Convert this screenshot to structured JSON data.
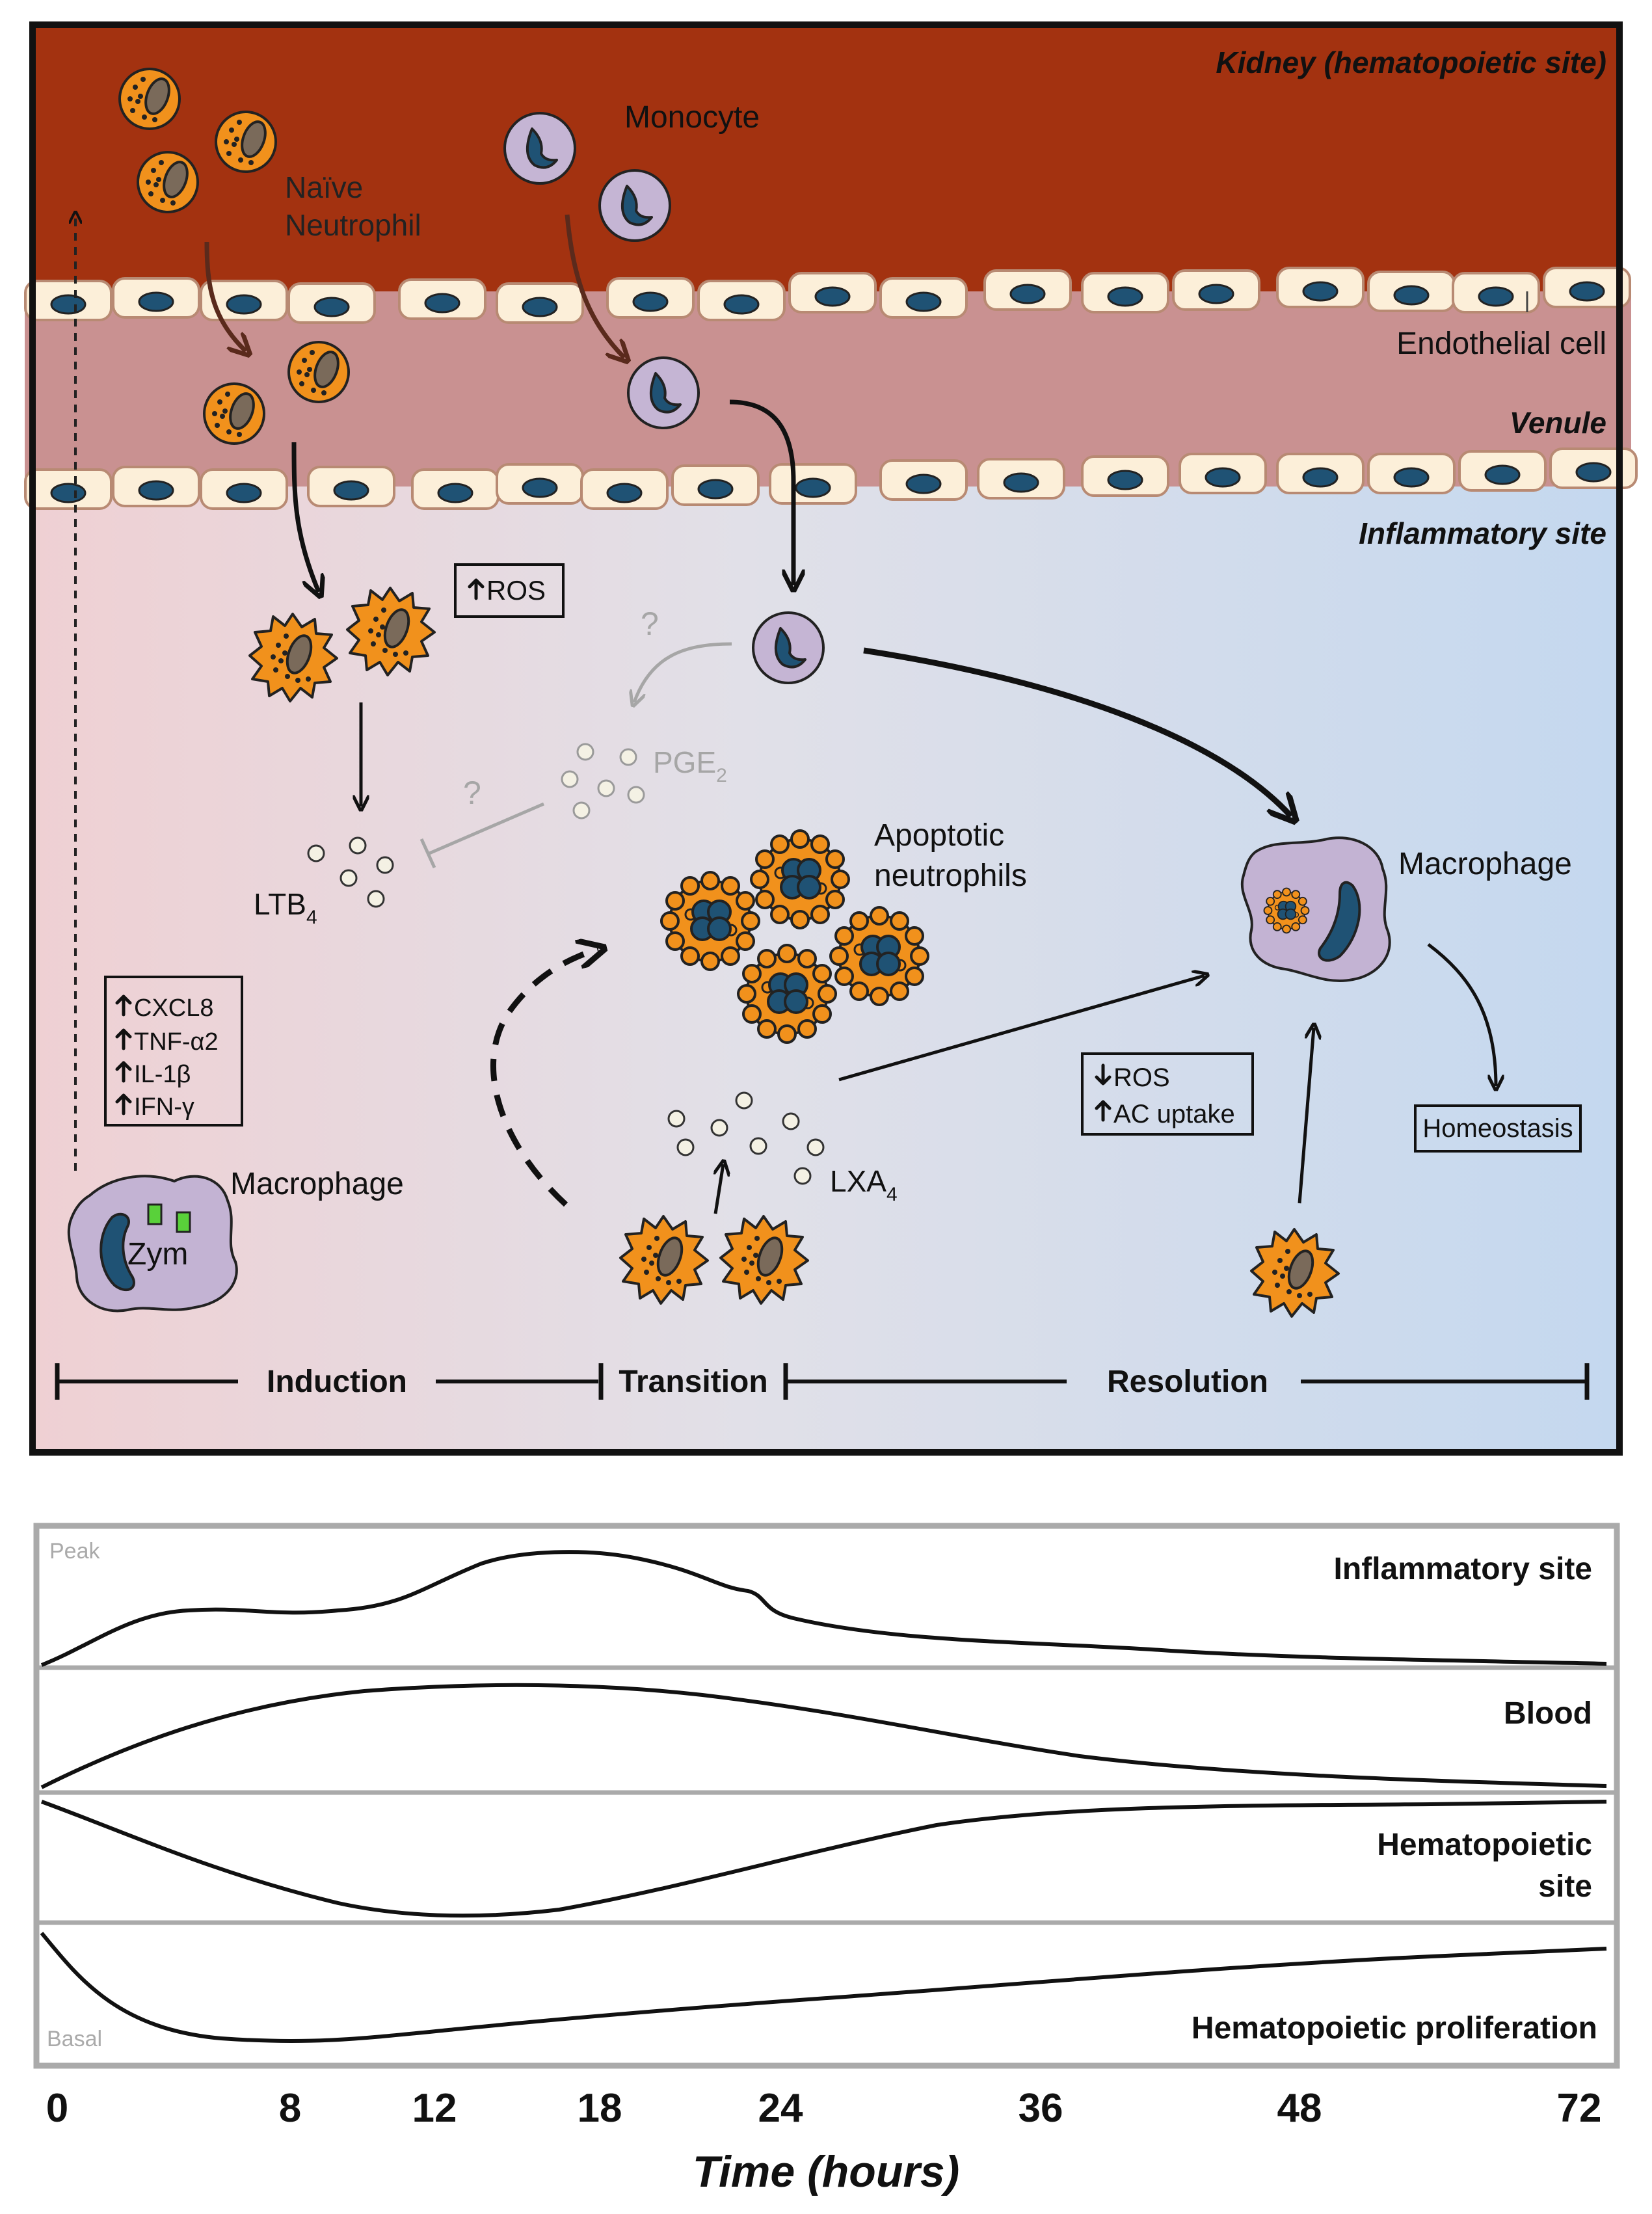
{
  "diagram": {
    "regions": {
      "kidney": "Kidney (hematopoietic site)",
      "venule": "Venule",
      "inflammatory": "Inflammatory site"
    },
    "labels": {
      "monocyte": "Monocyte",
      "naive_neutrophil_1": "Naïve",
      "naive_neutrophil_2": "Neutrophil",
      "endothelial": "Endothelial cell",
      "ros_up": "ROS",
      "pge2": "PGE",
      "pge2_sub": "2",
      "question": "?",
      "ltb4": "LTB",
      "ltb4_sub": "4",
      "lxa4": "LXA",
      "lxa4_sub": "4",
      "apoptotic_1": "Apoptotic",
      "apoptotic_2": "neutrophils",
      "macrophage_right": "Macrophage",
      "macrophage_left": "Macrophage",
      "zym": "Zym",
      "homeostasis": "Homeostasis",
      "ros_down": "ROS",
      "ac_uptake": "AC uptake"
    },
    "cytokines": [
      "CXCL8",
      "TNF-α2",
      "IL-1β",
      "IFN-γ"
    ],
    "phases": [
      "Induction",
      "Transition",
      "Resolution"
    ],
    "colors": {
      "kidney": "#a33210",
      "venule": "#c99191",
      "neutrophil": "#f1911c",
      "monocyte": "#c5b5d4",
      "nucleus": "#1f5274",
      "macrophage": "#c3b3d3",
      "endothelial": "#fcefd9",
      "green": "#59d13a"
    }
  },
  "timeline": {
    "y_top_label": "Peak",
    "y_bottom_label": "Basal",
    "tracks": [
      {
        "name": "Inflammatory site"
      },
      {
        "name": "Blood"
      },
      {
        "name": "Hematopoietic",
        "name2": "site"
      },
      {
        "name": "Hematopoietic proliferation"
      }
    ],
    "x_ticks": [
      "0",
      "8",
      "12",
      "18",
      "24",
      "36",
      "48",
      "72"
    ],
    "x_label": "Time (hours)"
  }
}
